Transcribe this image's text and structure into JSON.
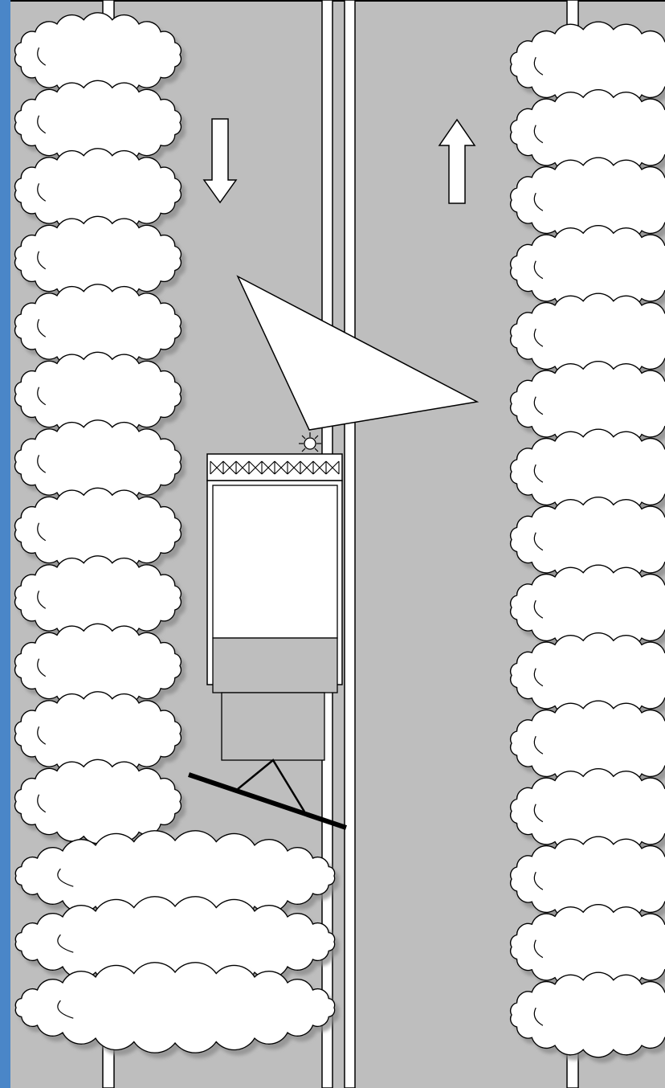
{
  "colors": {
    "road": "#bebebe",
    "outline": "#000000",
    "fill": "#ffffff",
    "edge_bar": "#4a86c8",
    "shadow": "#8a8a8a"
  },
  "icons": {
    "traffic_down": "arrow-down",
    "traffic_up": "arrow-up",
    "warning_light": "beacon-light"
  },
  "layout": {
    "left_cloud_count": 12,
    "left_wide_cloud_count": 3,
    "right_cloud_count": 15
  }
}
